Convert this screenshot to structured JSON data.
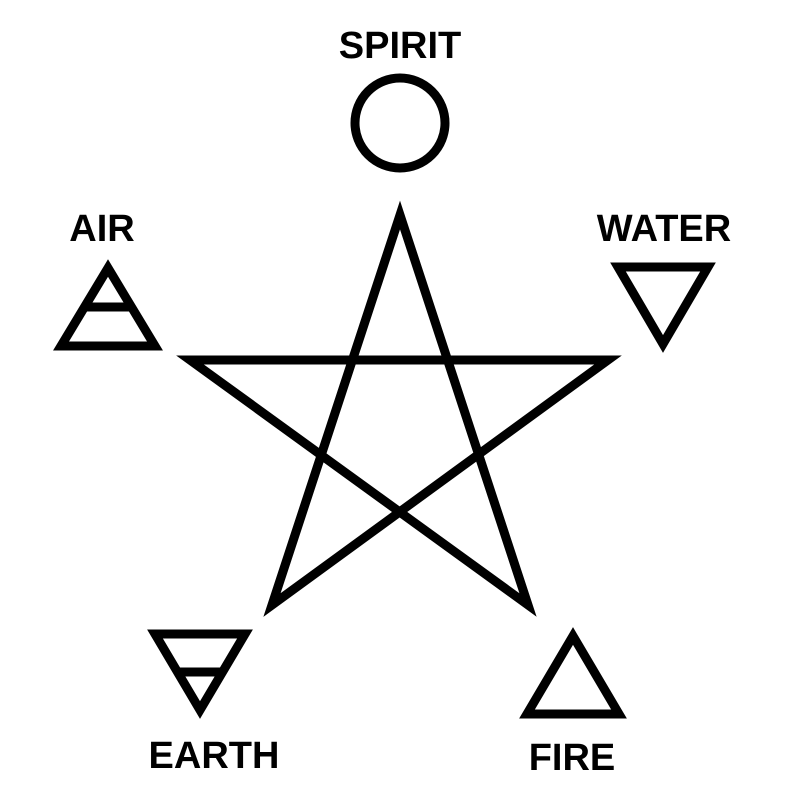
{
  "colors": {
    "ink": "#000000",
    "background": "#ffffff"
  },
  "elements": {
    "spirit": {
      "label": "SPIRIT",
      "symbol": "circle"
    },
    "air": {
      "label": "AIR",
      "symbol": "upward-triangle-with-bar"
    },
    "water": {
      "label": "WATER",
      "symbol": "downward-triangle"
    },
    "earth": {
      "label": "EARTH",
      "symbol": "downward-triangle-with-bar"
    },
    "fire": {
      "label": "FIRE",
      "symbol": "upward-triangle"
    }
  },
  "center": {
    "symbol": "pentagram"
  }
}
